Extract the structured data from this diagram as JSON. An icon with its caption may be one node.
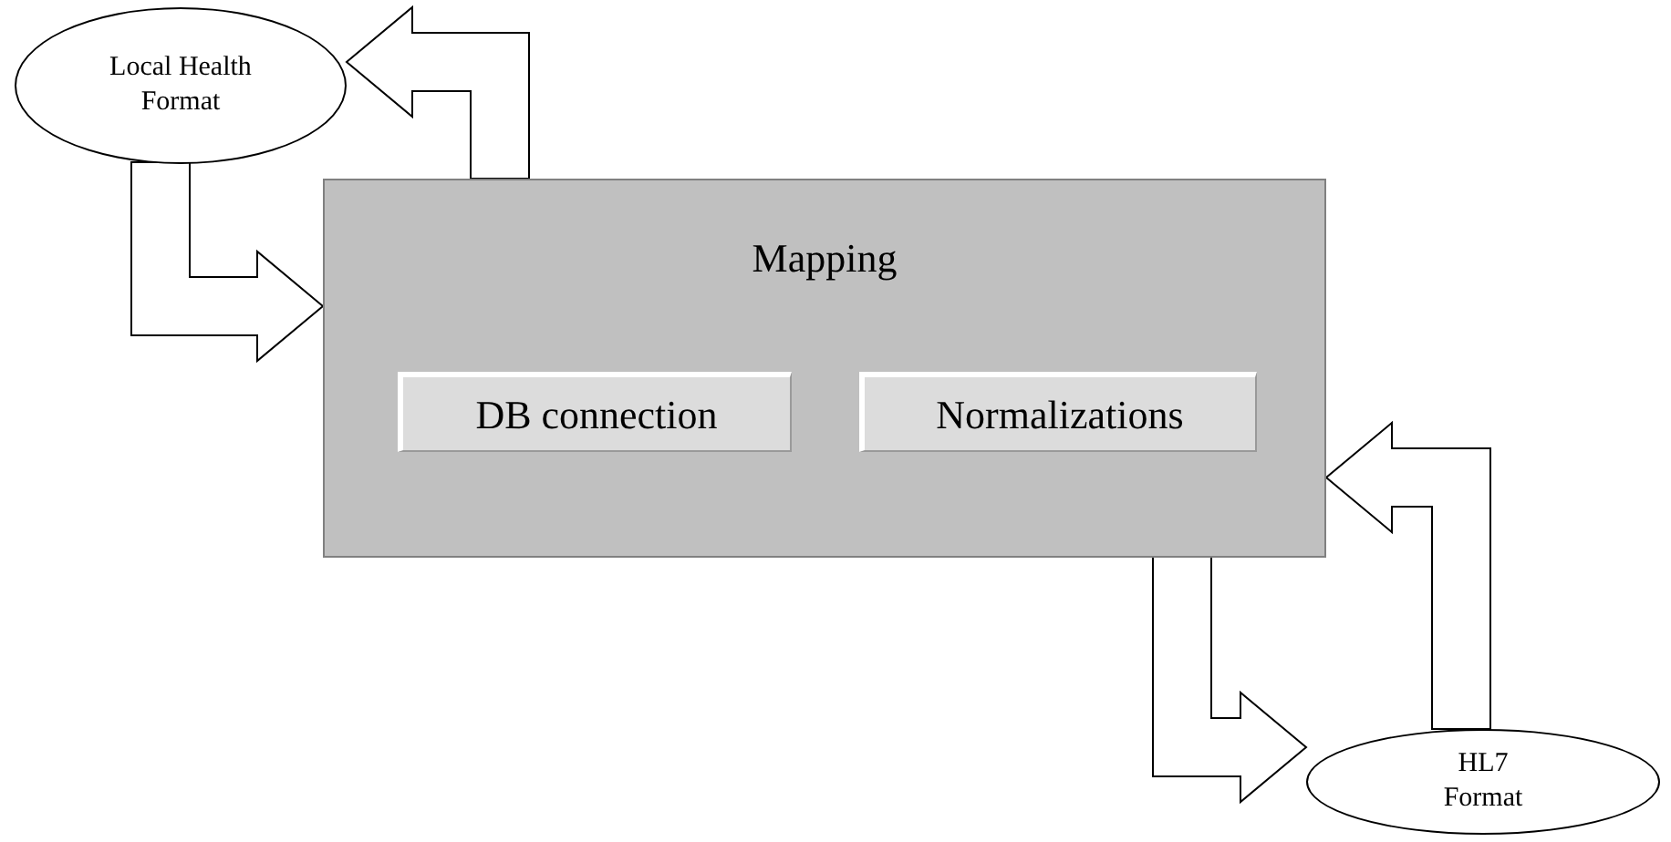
{
  "diagram": {
    "nodes": [
      {
        "text": [
          "Local Health Format"
        ]
      },
      {
        "text": [
          "Mapping"
        ]
      },
      {
        "text": [
          "DB connection"
        ],
        "in": 1
      },
      {
        "text": [
          "Normalizations"
        ],
        "in": 1
      },
      {
        "text": [
          "HL7 Format"
        ]
      }
    ],
    "edges": [
      {
        "from": 1,
        "to": 0,
        "arrow": "to"
      },
      {
        "from": 0,
        "to": 1,
        "arrow": "to"
      },
      {
        "from": 1,
        "to": 4,
        "arrow": "to"
      },
      {
        "from": 4,
        "to": 1,
        "arrow": "to"
      }
    ]
  }
}
